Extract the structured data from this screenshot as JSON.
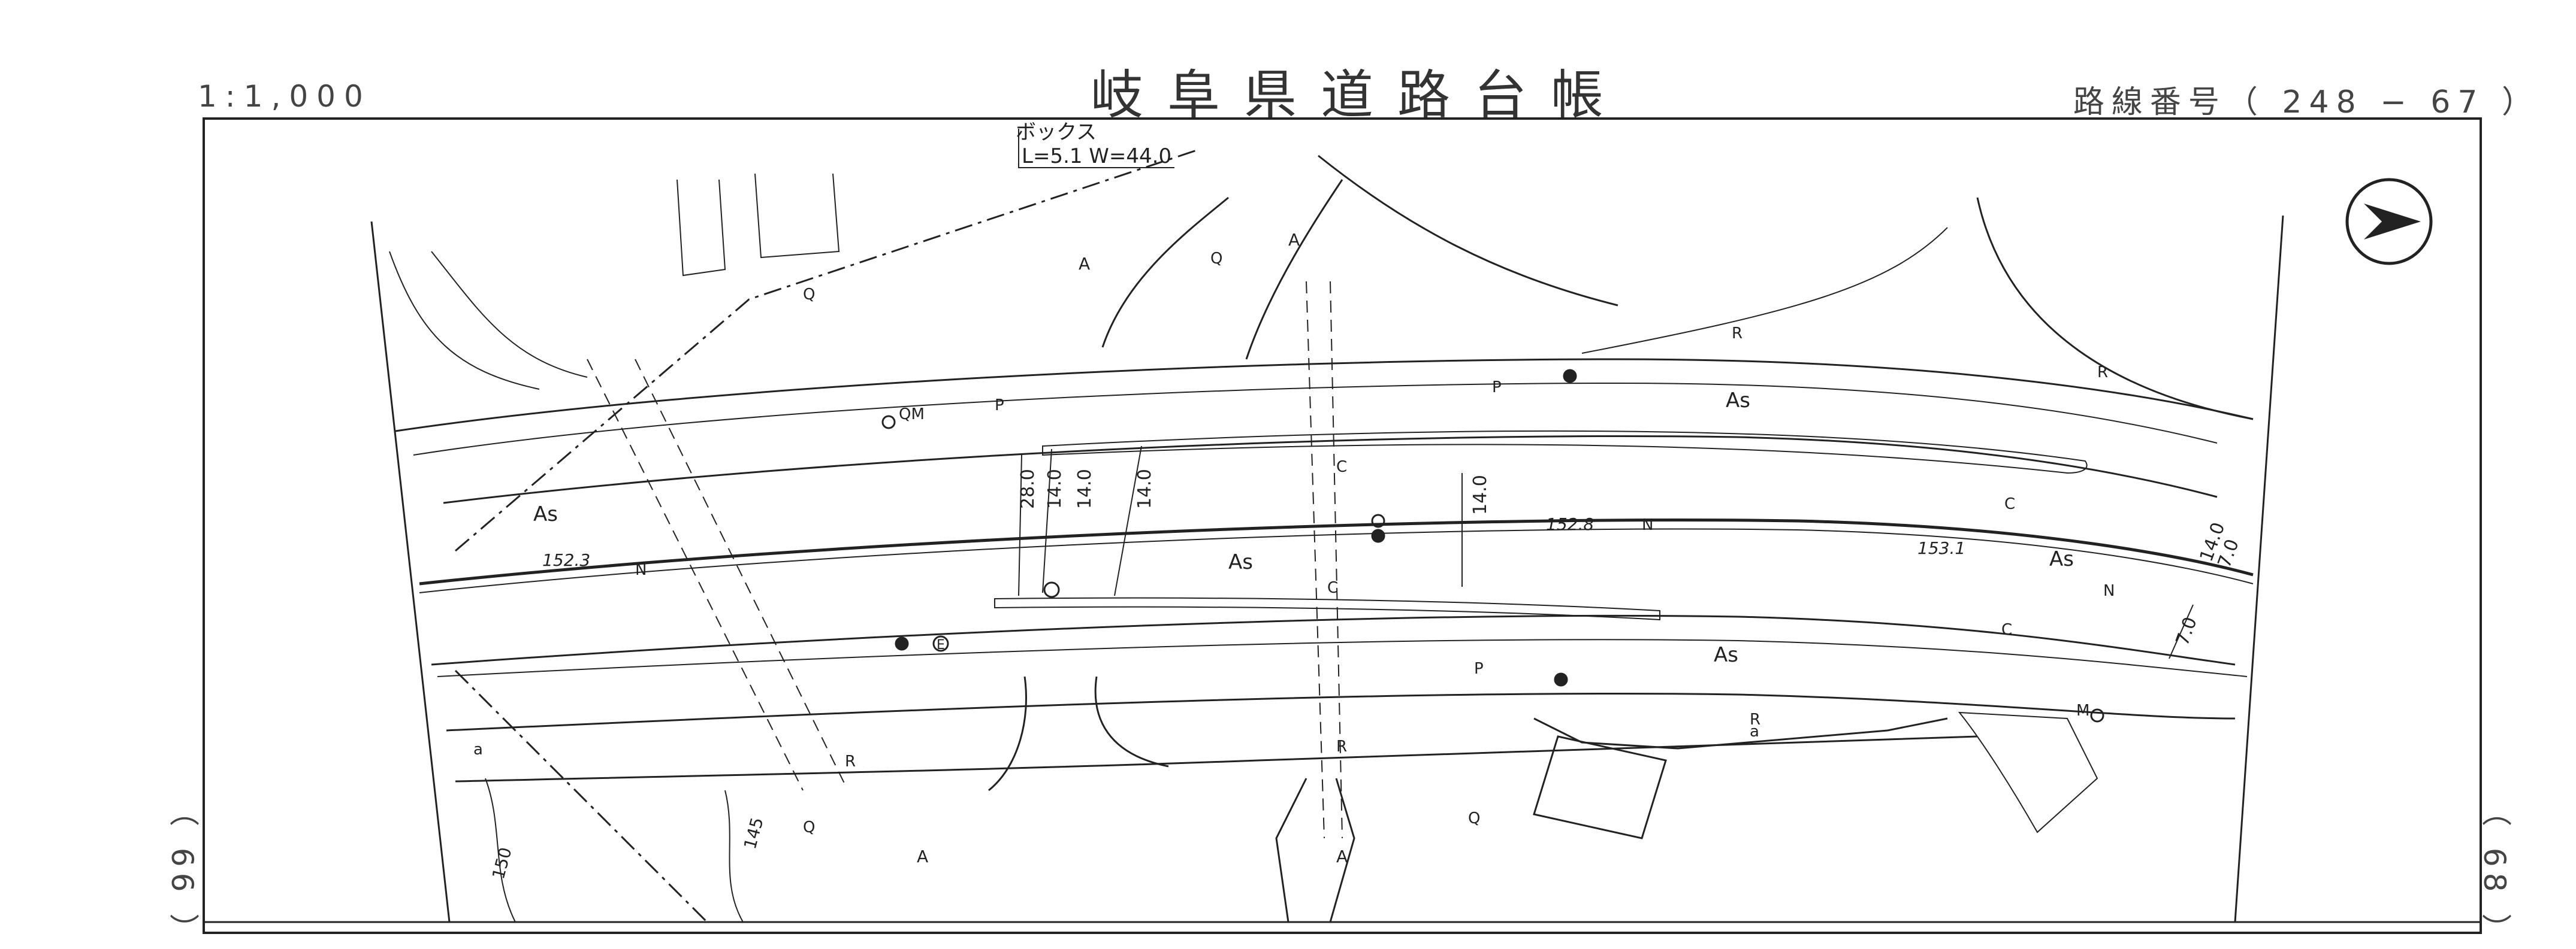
{
  "header": {
    "scale": "1:1,000",
    "title": "岐阜県道路台帳",
    "route_number": "路線番号（ 248 − 67 ）"
  },
  "side_labels": {
    "left": "（ 66 ）",
    "right": "（ 68 ）"
  },
  "map": {
    "north_arrow": "north-arrow-icon",
    "culvert_note_line1": "ボックス",
    "culvert_note_line2": "L=5.1 W=44.0",
    "surface_label": "As",
    "width_labels": [
      "28.0",
      "14.0",
      "14.0",
      "14.0",
      "14.0",
      "14.0",
      "7.0",
      "7.0"
    ],
    "elevations": [
      "152.3",
      "152.8",
      "153.1"
    ],
    "contours": [
      "150",
      "145"
    ],
    "codes": [
      "P",
      "R",
      "C",
      "N",
      "Q",
      "M",
      "a",
      "A"
    ],
    "manhole_label": "QM",
    "hydrant_label": "E"
  }
}
